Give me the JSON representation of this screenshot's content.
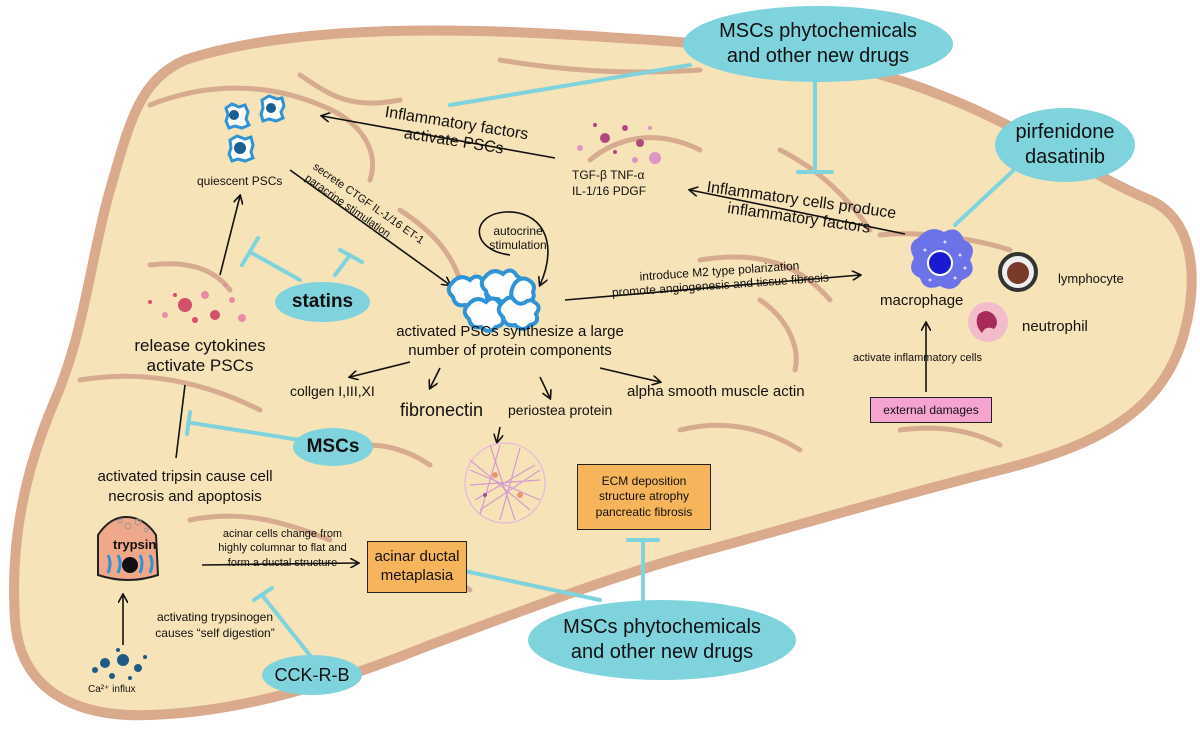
{
  "colors": {
    "organ_fill": "#f7e3b8",
    "organ_edge": "#d9aa8c",
    "duct": "#d7ab90",
    "drug_pill": "#7fd3dd",
    "inhibit_line": "#7fd3dd",
    "ecm_box": "#f6b55a",
    "damage_box": "#f5a3cf",
    "psc_blue": "#2f93d6",
    "macrophage": "#6c72e8"
  },
  "drugs": {
    "top": [
      "MSCs phytochemicals",
      "and other new drugs"
    ],
    "bottom": [
      "MSCs phytochemicals",
      "and other new drugs"
    ],
    "pirfenidone": [
      "pirfenidone",
      "dasatinib"
    ],
    "statins": "statins",
    "mscs": "MSCs",
    "cck": "CCK-R-B"
  },
  "labels": {
    "quiescent": "quiescent PSCs",
    "inflam_factors": [
      "Inflammatory factors",
      "activate PSCs"
    ],
    "cytokine_names": [
      "TGF-β  TNF-α",
      "IL-1/16  PDGF"
    ],
    "inflam_cells": [
      "Inflammatory cells produce",
      "inflammatory factors"
    ],
    "secrete": [
      "secrete CTGF  IL-1/16  ET-1",
      "paracrine stimulation"
    ],
    "autocrine": [
      "autocrine",
      "stimulation"
    ],
    "m2": [
      "introduce M2 type polarization",
      "promote angiogenesis and tissue fibrosis"
    ],
    "macrophage": "macrophage",
    "lymphocyte": "lymphocyte",
    "neutrophil": "neutrophil",
    "activated_synth": [
      "activated PSCs synthesize a large",
      "number of protein components"
    ],
    "collagen": "collgen I,III,XI",
    "fibronectin": "fibronectin",
    "periostea": "periostea protein",
    "alpha_sma": "alpha smooth muscle actin",
    "activate_inflam": "activate inflammatory cells",
    "external": "external damages",
    "release": [
      "release cytokines",
      "activate PSCs"
    ],
    "tripsin": [
      "activated tripsin cause cell",
      "necrosis and apoptosis"
    ],
    "trypsin": "trypsin",
    "acinar_change": [
      "acinar cells change from",
      "highly columnar to flat and",
      "form a ductal structure"
    ],
    "acinar_ductal": [
      "acinar ductal",
      "metaplasia"
    ],
    "ecm": [
      "ECM deposition",
      "structure atrophy",
      "pancreatic fibrosis"
    ],
    "trypsinogen": [
      "activating trypsinogen",
      "causes “self digestion”"
    ],
    "ca_influx": "Ca²⁺ influx"
  }
}
